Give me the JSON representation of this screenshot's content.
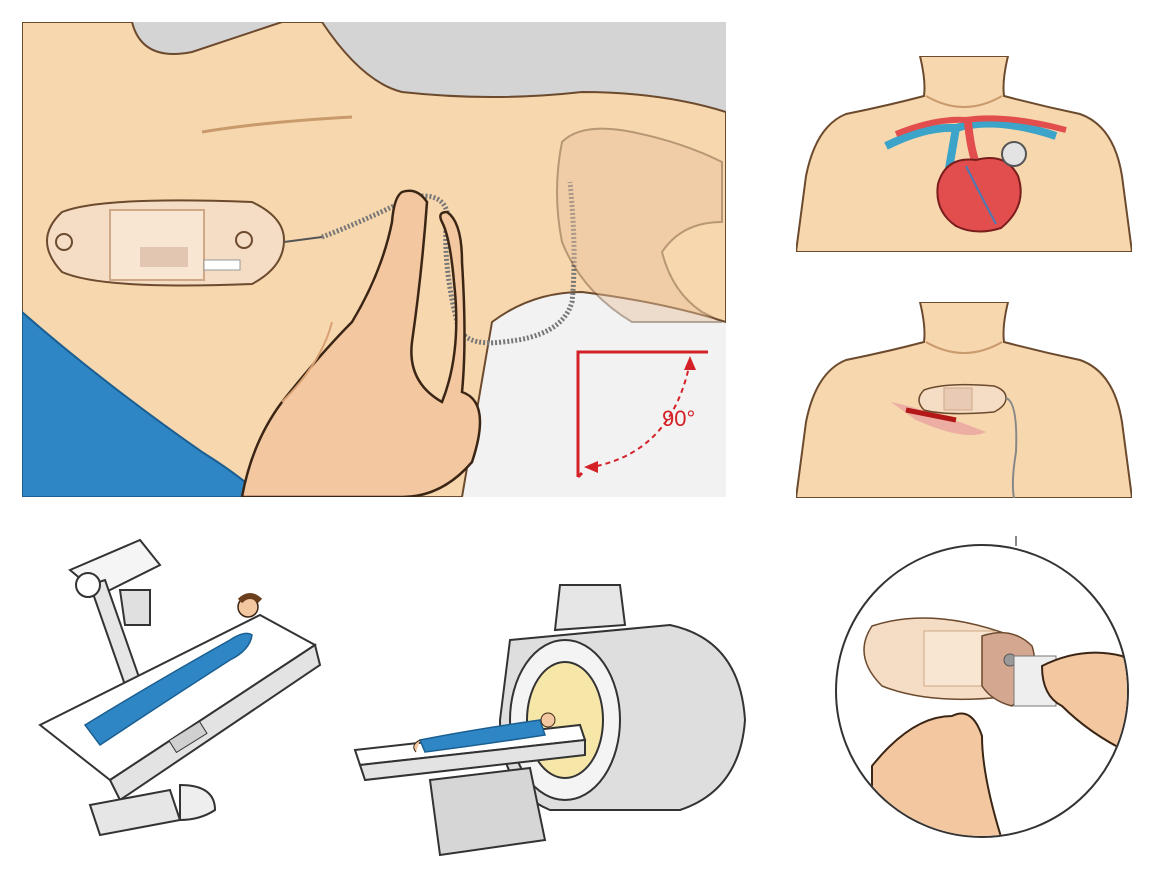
{
  "main_panel": {
    "angle_label": "90°"
  },
  "colors": {
    "skin": "#f7d7ae",
    "skin_shadow": "#e7b98a",
    "gown": "#2f86c5",
    "device": "#f5dcc4",
    "angle_red": "#d42127",
    "artery": "#e24d4d",
    "vein": "#3ba4c8",
    "machine_gray": "#d9d9d9",
    "background_gray": "#d4d4d4"
  },
  "icons": {
    "main": "chest-monitor-insertion",
    "heart": "heart-anatomy",
    "implant": "implant-incision",
    "zoom": "device-applicator-closeup",
    "xray": "xray-table",
    "mri": "mri-scanner"
  }
}
